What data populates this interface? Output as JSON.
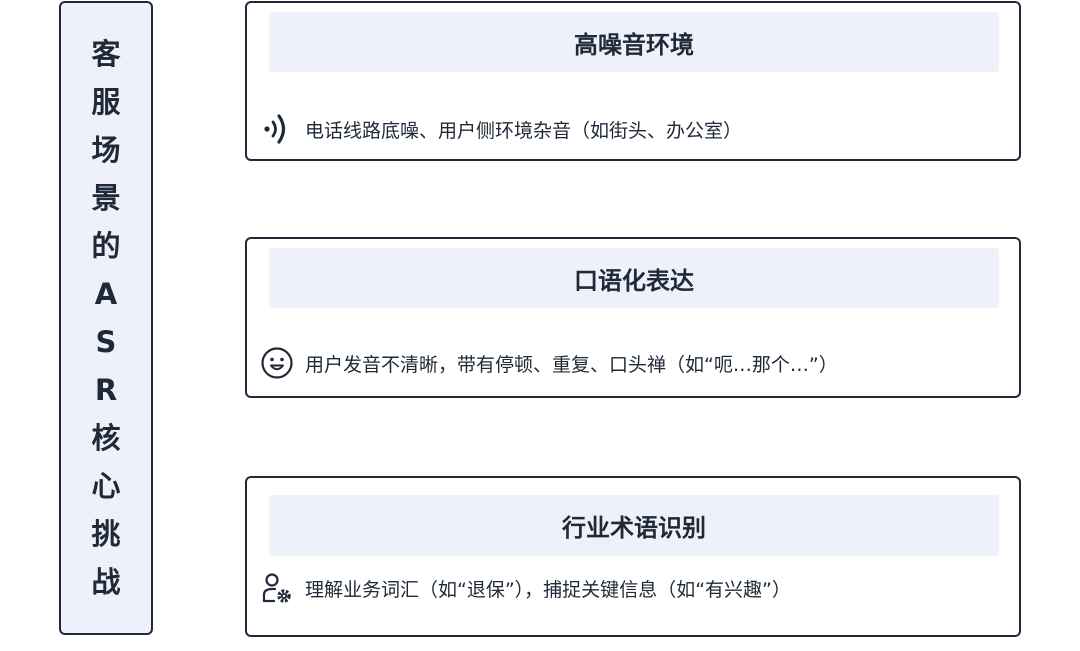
{
  "side_title": {
    "chars": [
      "客",
      "服",
      "场",
      "景",
      "的",
      "A",
      "S",
      "R",
      "核",
      "心",
      "挑",
      "战"
    ]
  },
  "cards": [
    {
      "title": "高噪音环境",
      "icon": "sound-wave-icon",
      "text": "电话线路底噪、用户侧环境杂音（如街头、办公室）"
    },
    {
      "title": "口语化表达",
      "icon": "smiley-face-icon",
      "text": "用户发音不清晰，带有停顿、重复、口头禅（如“呃…那个…”）"
    },
    {
      "title": "行业术语识别",
      "icon": "user-settings-icon",
      "text": "理解业务词汇（如“退保”），捕捉关键信息（如“有兴趣”）"
    }
  ],
  "colors": {
    "border": "#1f2937",
    "header_fill": "#eef1fa",
    "text": "#1f2937"
  }
}
